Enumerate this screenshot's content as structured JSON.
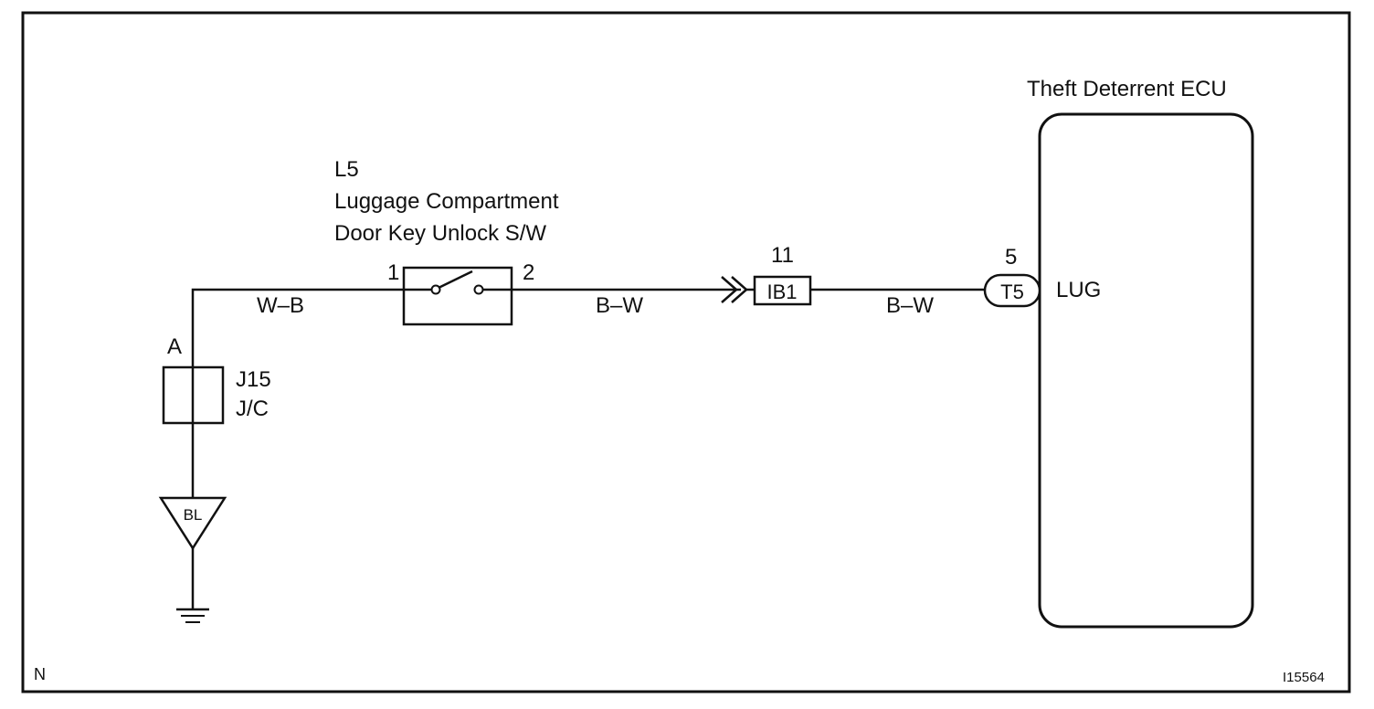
{
  "ecu": {
    "title": "Theft Deterrent ECU",
    "terminal_label": "LUG",
    "connector_code": "T5",
    "pin": "5"
  },
  "switch": {
    "code": "L5",
    "name_line1": "Luggage Compartment",
    "name_line2": "Door Key Unlock S/W",
    "pin_left": "1",
    "pin_right": "2"
  },
  "junction": {
    "code": "J15",
    "type": "J/C",
    "pin": "A"
  },
  "inline_connector": {
    "code": "IB1",
    "pin": "11"
  },
  "ground": {
    "code": "BL"
  },
  "wires": {
    "junction_to_switch": "W–B",
    "switch_to_ib1": "B–W",
    "ib1_to_ecu": "B–W"
  },
  "corner_left": "N",
  "figure_id": "I15564"
}
